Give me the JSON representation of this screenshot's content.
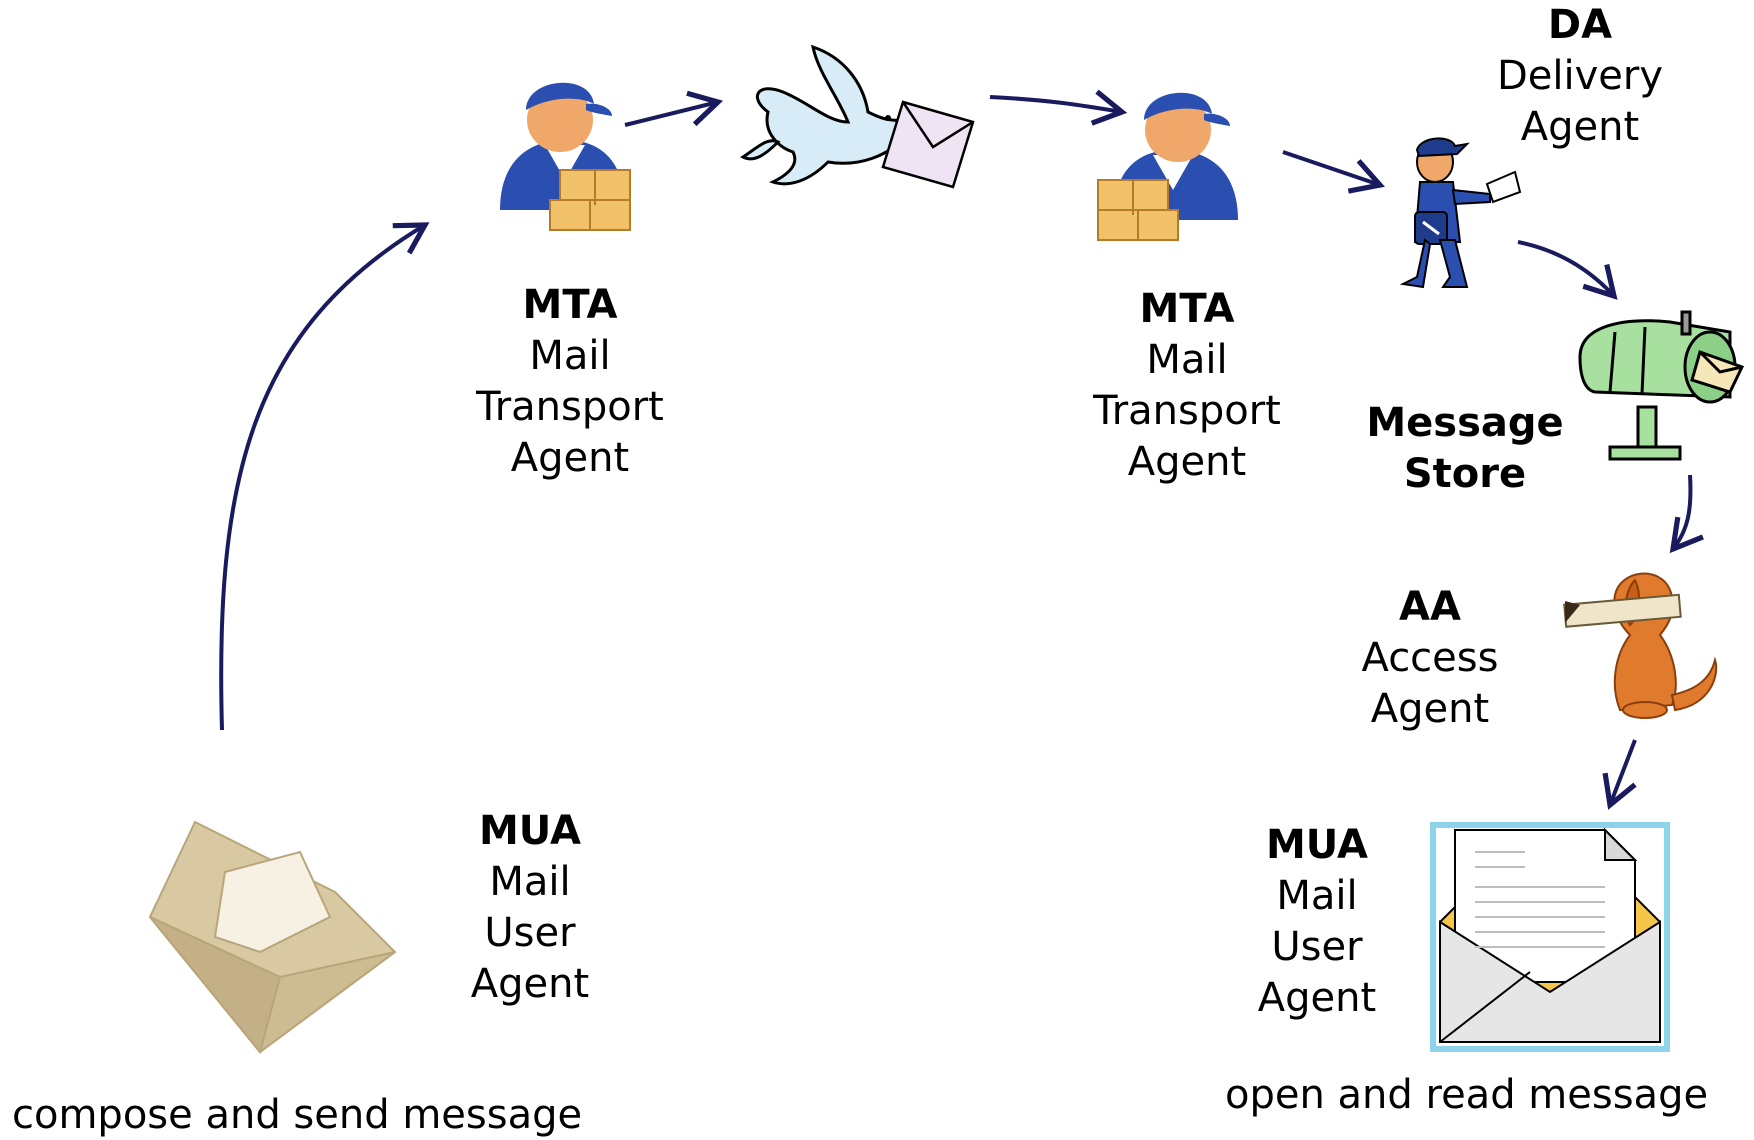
{
  "nodes": {
    "mta1": {
      "abbr": "MTA",
      "lines": [
        "Mail",
        "Transport",
        "Agent"
      ]
    },
    "mta2": {
      "abbr": "MTA",
      "lines": [
        "Mail",
        "Transport",
        "Agent"
      ]
    },
    "da": {
      "abbr": "DA",
      "lines": [
        "Delivery",
        "Agent"
      ]
    },
    "store": {
      "lines": [
        "Message",
        "Store"
      ]
    },
    "aa": {
      "abbr": "AA",
      "lines": [
        "Access",
        "Agent"
      ]
    },
    "mua_sender": {
      "abbr": "MUA",
      "lines": [
        "Mail",
        "User",
        "Agent"
      ]
    },
    "mua_receiver": {
      "abbr": "MUA",
      "lines": [
        "Mail",
        "User",
        "Agent"
      ]
    }
  },
  "captions": {
    "sender": "compose and send message",
    "receiver": "open and read message"
  },
  "icons": {
    "mta1": "mail-carrier-with-packages-icon",
    "bird": "dove-carrying-letter-icon",
    "mta2": "mail-carrier-with-packages-icon",
    "da": "postman-icon",
    "store": "mailbox-icon",
    "aa": "dog-fetching-newspaper-icon",
    "mua_sender": "open-envelope-icon",
    "mua_receiver": "envelope-with-document-icon"
  },
  "colors": {
    "arrow": "#1a1a5e",
    "carrier_blue": "#2a4fb0",
    "skin": "#f0a86a",
    "box": "#f2c26b",
    "bird": "#d8ecf8",
    "mailbox": "#a8e0a0",
    "dog": "#e07a2c",
    "envelope_tan": "#d9c9a3",
    "frame_blue": "#8fd3ea"
  }
}
